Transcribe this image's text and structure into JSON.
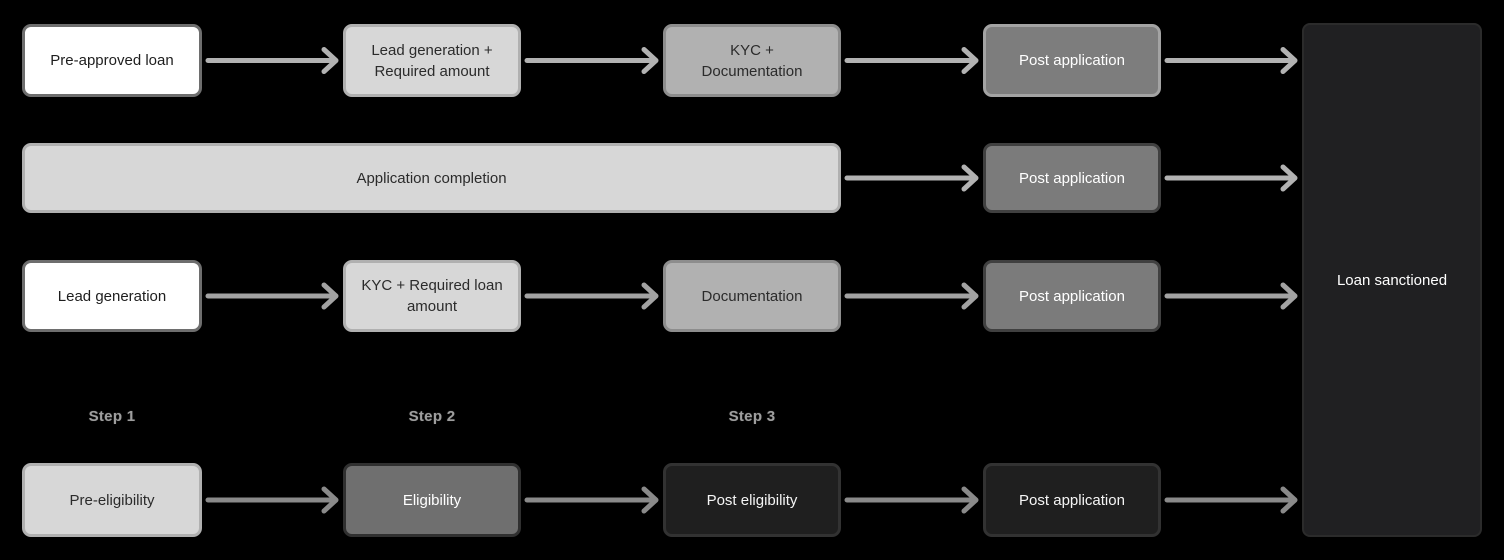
{
  "diagram": {
    "rows": [
      {
        "boxes": [
          {
            "label": "Pre-approved loan"
          },
          {
            "label": "Lead generation +\nRequired amount"
          },
          {
            "label": "KYC +\nDocumentation"
          },
          {
            "label": "Post application"
          }
        ]
      },
      {
        "boxes": [
          {
            "label": "Application completion"
          },
          {
            "label": "Post application"
          }
        ]
      },
      {
        "boxes": [
          {
            "label": "Lead generation"
          },
          {
            "label": "KYC + Required loan\namount"
          },
          {
            "label": "Documentation"
          },
          {
            "label": "Post application"
          }
        ]
      },
      {
        "boxes": [
          {
            "label": "Pre-eligibility"
          },
          {
            "label": "Eligibility"
          },
          {
            "label": "Post eligibility"
          },
          {
            "label": "Post application"
          }
        ]
      }
    ],
    "steps": [
      "Step 1",
      "Step 2",
      "Step 3"
    ],
    "final_label": "Loan sanctioned"
  },
  "palette": {
    "background": "#000000",
    "box_white": "#ffffff",
    "box_light_gray": "#d7d7d7",
    "box_mid_gray": "#b1b1b1",
    "box_gray": "#7d7d7d",
    "box_dim_gray": "#6f6f6f",
    "box_dark": "#1f1f1f",
    "final_box": "#202022",
    "arrow_light": "#b2b2b2",
    "arrow_mid": "#a2a2a2",
    "arrow_dark": "#8a8a8a",
    "step_label_text": "#9e9e9e"
  }
}
